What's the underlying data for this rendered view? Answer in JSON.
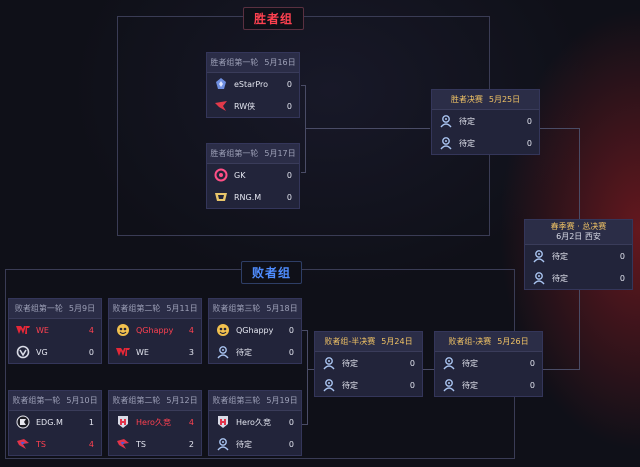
{
  "sections": {
    "winners_title": "胜者组",
    "losers_title": "败者组"
  },
  "matches": {
    "w1": {
      "round": "胜者组第一轮",
      "date": "5月16日",
      "teams": [
        {
          "name": "eStarPro",
          "score": "0",
          "logo": "estar-logo-icon",
          "highlight": false
        },
        {
          "name": "RW侠",
          "score": "0",
          "logo": "rw-logo-icon",
          "highlight": false
        }
      ]
    },
    "w2": {
      "round": "胜者组第一轮",
      "date": "5月17日",
      "teams": [
        {
          "name": "GK",
          "score": "0",
          "logo": "gk-logo-icon",
          "highlight": false
        },
        {
          "name": "RNG.M",
          "score": "0",
          "logo": "rng-logo-icon",
          "highlight": false
        }
      ]
    },
    "wf": {
      "round": "胜者决赛",
      "date": "5月25日",
      "teams": [
        {
          "name": "待定",
          "score": "0",
          "logo": "tbd-icon",
          "highlight": false
        },
        {
          "name": "待定",
          "score": "0",
          "logo": "tbd-icon",
          "highlight": false
        }
      ]
    },
    "gf": {
      "title": "春季赛 · 总决赛",
      "subtitle": "6月2日 西安",
      "teams": [
        {
          "name": "待定",
          "score": "0",
          "logo": "tbd-icon",
          "highlight": false
        },
        {
          "name": "待定",
          "score": "0",
          "logo": "tbd-icon",
          "highlight": false
        }
      ]
    },
    "l1a": {
      "round": "败者组第一轮",
      "date": "5月9日",
      "teams": [
        {
          "name": "WE",
          "score": "4",
          "logo": "we-logo-icon",
          "highlight": true
        },
        {
          "name": "VG",
          "score": "0",
          "logo": "vg-logo-icon",
          "highlight": false
        }
      ]
    },
    "l2a": {
      "round": "败者组第二轮",
      "date": "5月11日",
      "teams": [
        {
          "name": "QGhappy",
          "score": "4",
          "logo": "qg-logo-icon",
          "highlight": true
        },
        {
          "name": "WE",
          "score": "3",
          "logo": "we-logo-icon",
          "highlight": false
        }
      ]
    },
    "l3a": {
      "round": "败者组第三轮",
      "date": "5月18日",
      "teams": [
        {
          "name": "QGhappy",
          "score": "0",
          "logo": "qg-logo-icon",
          "highlight": false
        },
        {
          "name": "待定",
          "score": "0",
          "logo": "tbd-icon",
          "highlight": false
        }
      ]
    },
    "l1b": {
      "round": "败者组第一轮",
      "date": "5月10日",
      "teams": [
        {
          "name": "EDG.M",
          "score": "1",
          "logo": "edg-logo-icon",
          "highlight": false
        },
        {
          "name": "TS",
          "score": "4",
          "logo": "ts-logo-icon",
          "highlight": true
        }
      ]
    },
    "l2b": {
      "round": "败者组第二轮",
      "date": "5月12日",
      "teams": [
        {
          "name": "Hero久竞",
          "score": "4",
          "logo": "hero-logo-icon",
          "highlight": true
        },
        {
          "name": "TS",
          "score": "2",
          "logo": "ts-logo-icon",
          "highlight": false
        }
      ]
    },
    "l3b": {
      "round": "败者组第三轮",
      "date": "5月19日",
      "teams": [
        {
          "name": "Hero久竞",
          "score": "0",
          "logo": "hero-logo-icon",
          "highlight": false
        },
        {
          "name": "待定",
          "score": "0",
          "logo": "tbd-icon",
          "highlight": false
        }
      ]
    },
    "lsf": {
      "round": "败者组-半决赛",
      "date": "5月24日",
      "teams": [
        {
          "name": "待定",
          "score": "0",
          "logo": "tbd-icon",
          "highlight": false
        },
        {
          "name": "待定",
          "score": "0",
          "logo": "tbd-icon",
          "highlight": false
        }
      ]
    },
    "lf": {
      "round": "败者组-决赛",
      "date": "5月26日",
      "teams": [
        {
          "name": "待定",
          "score": "0",
          "logo": "tbd-icon",
          "highlight": false
        },
        {
          "name": "待定",
          "score": "0",
          "logo": "tbd-icon",
          "highlight": false
        }
      ]
    }
  },
  "colors": {
    "highlight": "#ff4150",
    "losers_accent": "#4f8dff",
    "gold": "#f1c365"
  }
}
